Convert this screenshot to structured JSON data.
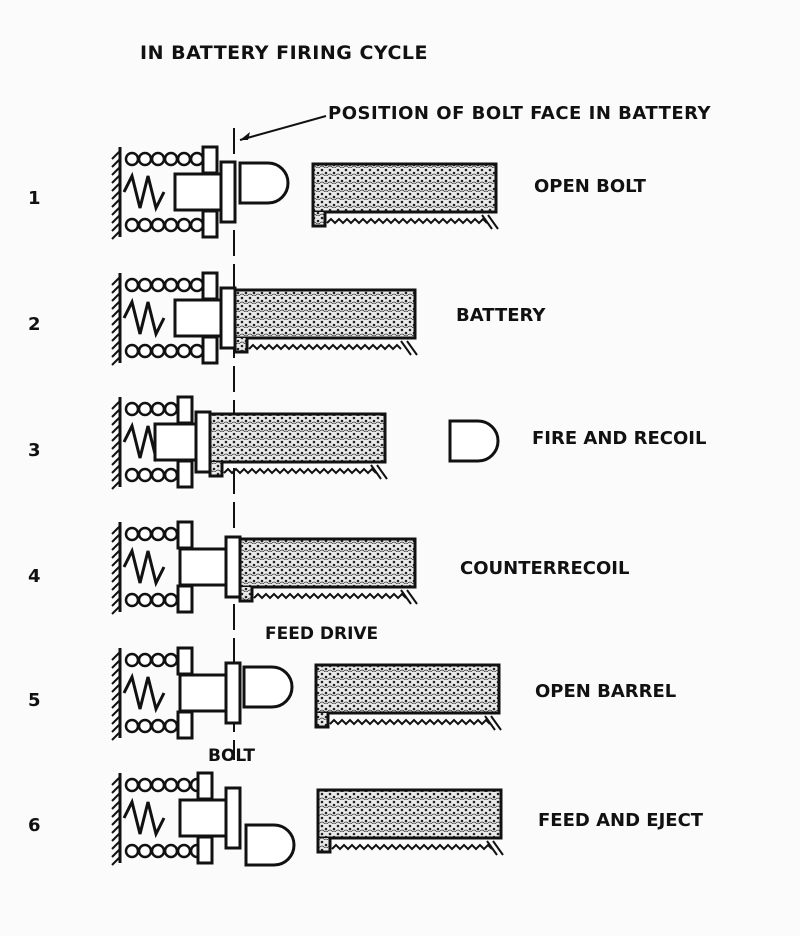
{
  "title": "IN BATTERY FIRING CYCLE",
  "bolt_face_label": "POSITION OF BOLT FACE IN BATTERY",
  "callouts": {
    "feed_drive": "FEED DRIVE",
    "bolt": "BOLT"
  },
  "steps": [
    {
      "number": "1",
      "label": "OPEN BOLT"
    },
    {
      "number": "2",
      "label": "BATTERY"
    },
    {
      "number": "3",
      "label": "FIRE AND RECOIL"
    },
    {
      "number": "4",
      "label": "COUNTERRECOIL"
    },
    {
      "number": "5",
      "label": "OPEN BARREL"
    },
    {
      "number": "6",
      "label": "FEED AND EJECT"
    }
  ]
}
